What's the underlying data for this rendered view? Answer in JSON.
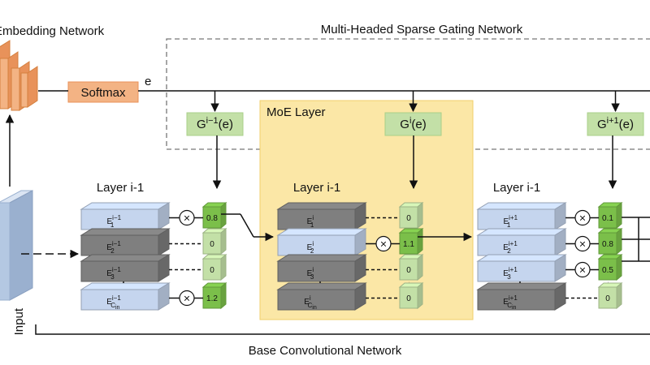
{
  "labels": {
    "embedding_network": "Embedding Network",
    "gating_network": "Multi-Headed Sparse Gating Network",
    "softmax": "Softmax",
    "e": "e",
    "moe_layer": "MoE Layer",
    "base_network": "Base Convolutional Network",
    "input": "Input"
  },
  "gates": [
    {
      "base": "G",
      "sup": "i−1",
      "arg": "(e)"
    },
    {
      "base": "G",
      "sup": "i",
      "arg": "(e)"
    },
    {
      "base": "G",
      "sup": "i+1",
      "arg": "(e)"
    }
  ],
  "layers": [
    {
      "title": "Layer i-1",
      "experts": [
        {
          "sup": "i−1",
          "sub": "1"
        },
        {
          "sup": "i−1",
          "sub": "2"
        },
        {
          "sup": "i−1",
          "sub": "3"
        },
        {
          "sup": "i−1",
          "sub": "C",
          "sub2": "in"
        }
      ],
      "gates": [
        "0.8",
        "0",
        "0",
        "1.2"
      ],
      "active": [
        true,
        false,
        false,
        true
      ]
    },
    {
      "title": "Layer i-1",
      "experts": [
        {
          "sup": "i",
          "sub": "1"
        },
        {
          "sup": "i",
          "sub": "2"
        },
        {
          "sup": "i",
          "sub": "3"
        },
        {
          "sup": "i",
          "sub": "C",
          "sub2": "in"
        }
      ],
      "gates": [
        "0",
        "1.1",
        "0",
        "0"
      ],
      "active": [
        false,
        true,
        false,
        false
      ]
    },
    {
      "title": "Layer i-1",
      "experts": [
        {
          "sup": "i+1",
          "sub": "1"
        },
        {
          "sup": "i+1",
          "sub": "2"
        },
        {
          "sup": "i+1",
          "sub": "3"
        },
        {
          "sup": "i+1",
          "sub": "C",
          "sub2": "in"
        }
      ],
      "gates": [
        "0.1",
        "0.8",
        "0.5",
        "0"
      ],
      "active": [
        true,
        true,
        true,
        false
      ]
    }
  ],
  "multiply_symbol": "×",
  "expert_letter": "E",
  "colors": {
    "expert_active": "#c5d5ee",
    "expert_inactive": "#7f7f7f",
    "gate_active": "#7bbf4a",
    "gate_inactive": "#c3e0a7",
    "moe_bg": "#fbe7a6",
    "softmax": "#f3b384",
    "input_block": "#b4c8e2"
  }
}
